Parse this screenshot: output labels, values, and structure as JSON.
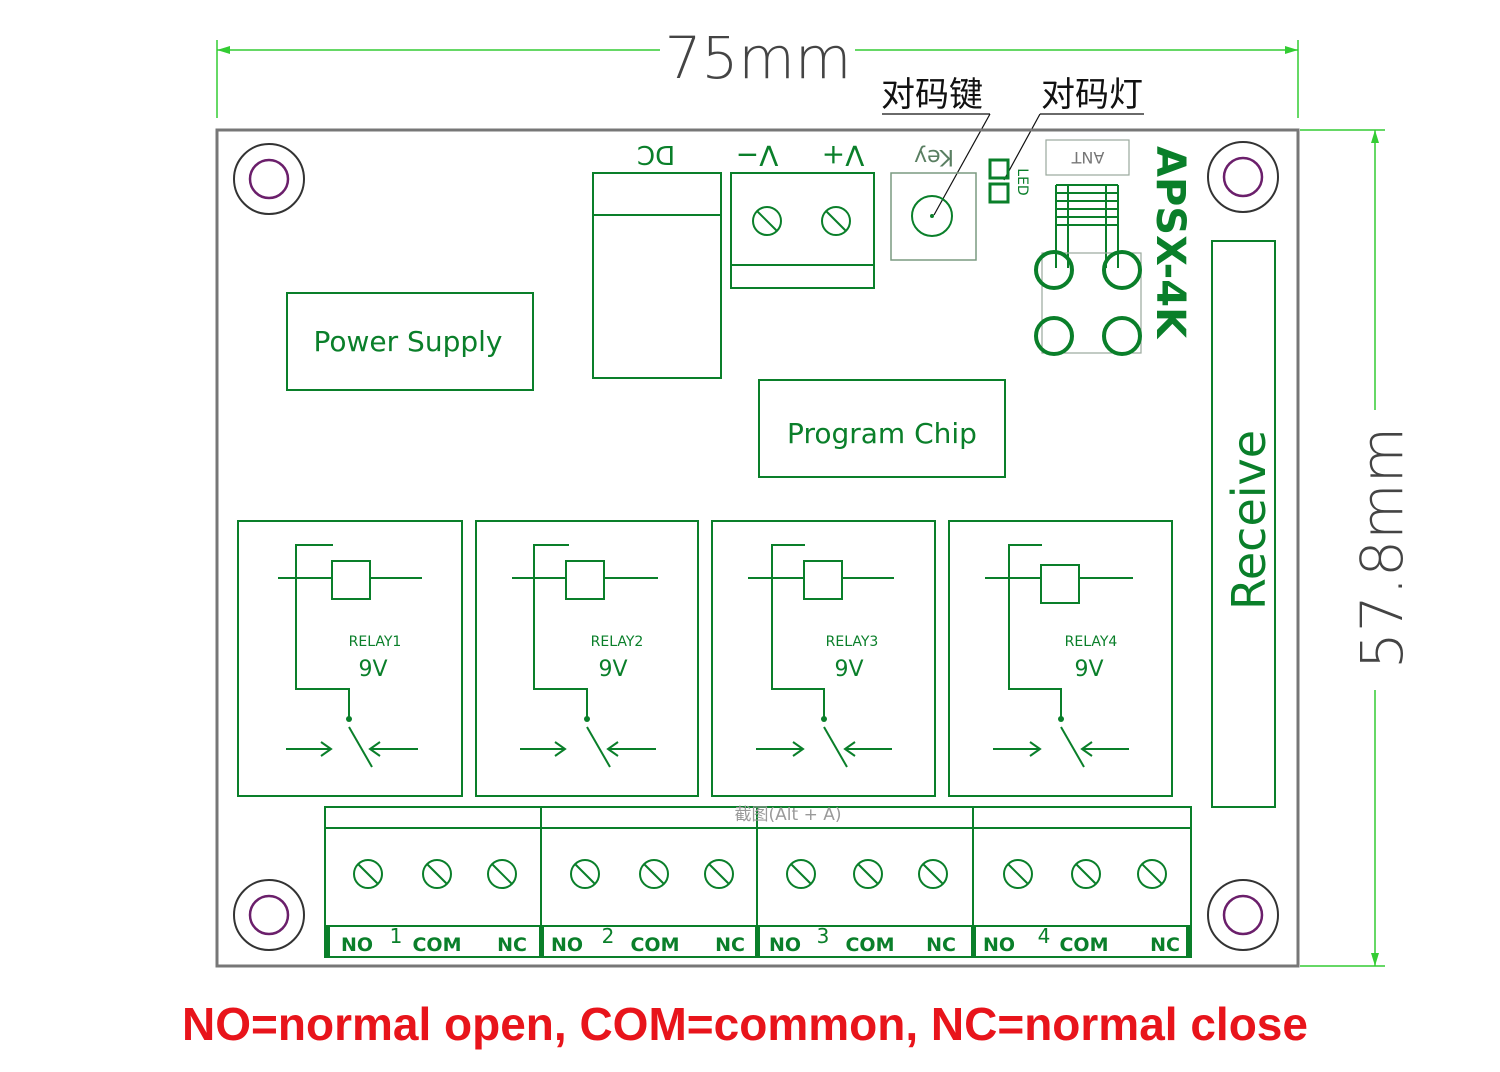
{
  "dimensions": {
    "width": "75mm",
    "height": "57.8mm"
  },
  "callouts": {
    "pairing_key": "对码键",
    "pairing_led": "对码灯"
  },
  "board": {
    "model": "APSX-4K",
    "dc_label": "DC",
    "v_minus_label": "V−",
    "v_plus_label": "V+",
    "key_label": "Key",
    "led_label": "LED",
    "ant_label": "ANT",
    "power_supply_label": "Power Supply",
    "program_chip_label": "Program Chip",
    "receive_label": "Receive",
    "watermark": "截图(Alt + A)"
  },
  "relays": [
    {
      "label": "RELAY1",
      "voltage": "9V",
      "number": "1"
    },
    {
      "label": "RELAY2",
      "voltage": "9V",
      "number": "2"
    },
    {
      "label": "RELAY3",
      "voltage": "9V",
      "number": "3"
    },
    {
      "label": "RELAY4",
      "voltage": "9V",
      "number": "4"
    }
  ],
  "terminal_labels": {
    "no": "NO",
    "com": "COM",
    "nc": "NC"
  },
  "legend": "NO=normal open, COM=common, NC=normal close",
  "colors": {
    "silkscreen": "#0a7f2a",
    "dimension": "#33cc33",
    "legend": "#e8141b"
  }
}
